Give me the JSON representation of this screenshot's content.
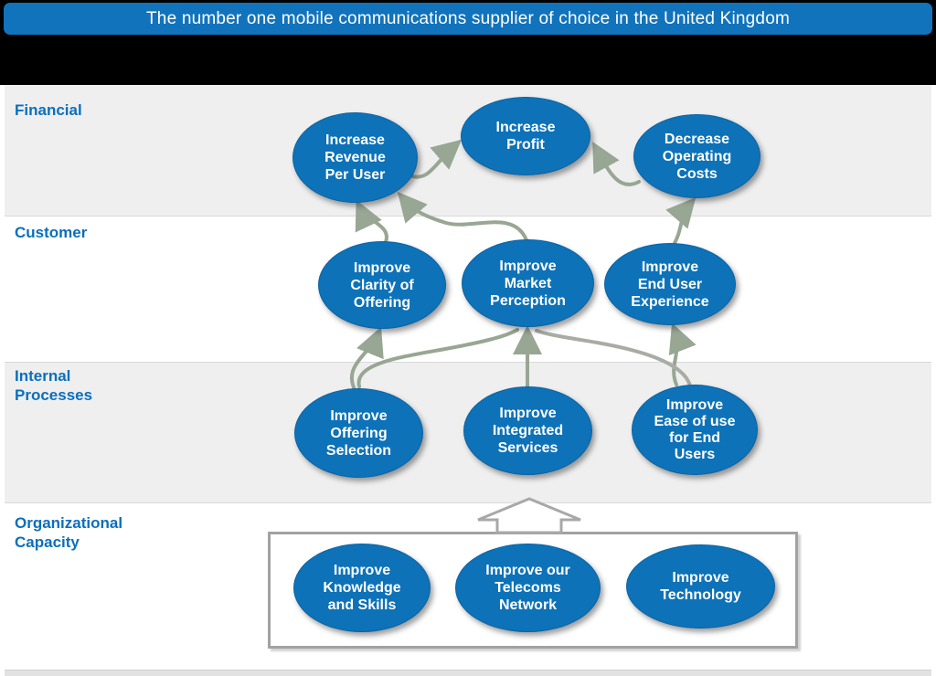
{
  "banner": {
    "text": "The number one mobile communications supplier of choice in the United Kingdom"
  },
  "bands": [
    {
      "id": "financial",
      "label": "Financial"
    },
    {
      "id": "customer",
      "label": "Customer"
    },
    {
      "id": "internal-processes",
      "label": "Internal\nProcesses"
    },
    {
      "id": "organizational-capacity",
      "label": "Organizational\nCapacity"
    }
  ],
  "nodes": {
    "increase_revenue": {
      "label": "Increase\nRevenue\nPer User",
      "band": "Financial"
    },
    "increase_profit": {
      "label": "Increase\nProfit",
      "band": "Financial"
    },
    "decrease_costs": {
      "label": "Decrease\nOperating\nCosts",
      "band": "Financial"
    },
    "improve_clarity": {
      "label": "Improve\nClarity of\nOffering",
      "band": "Customer"
    },
    "improve_market": {
      "label": "Improve\nMarket\nPerception",
      "band": "Customer"
    },
    "improve_enduser": {
      "label": "Improve\nEnd User\nExperience",
      "band": "Customer"
    },
    "improve_offering": {
      "label": "Improve\nOffering\nSelection",
      "band": "Internal Processes"
    },
    "improve_integrated": {
      "label": "Improve\nIntegrated\nServices",
      "band": "Internal Processes"
    },
    "improve_ease": {
      "label": "Improve\nEase of use\nfor End\nUsers",
      "band": "Internal Processes"
    },
    "improve_knowledge": {
      "label": "Improve\nKnowledge\nand Skills",
      "band": "Organizational Capacity"
    },
    "improve_telecoms": {
      "label": "Improve our\nTelecoms\nNetwork",
      "band": "Organizational Capacity"
    },
    "improve_technology": {
      "label": "Improve\nTechnology",
      "band": "Organizational Capacity"
    }
  },
  "edges": [
    {
      "from": "increase_revenue",
      "to": "increase_profit"
    },
    {
      "from": "decrease_costs",
      "to": "increase_profit"
    },
    {
      "from": "improve_clarity",
      "to": "increase_revenue"
    },
    {
      "from": "improve_market",
      "to": "increase_revenue"
    },
    {
      "from": "improve_enduser",
      "to": "decrease_costs"
    },
    {
      "from": "improve_offering",
      "to": "improve_clarity"
    },
    {
      "from": "improve_offering",
      "to": "improve_market"
    },
    {
      "from": "improve_integrated",
      "to": "improve_market"
    },
    {
      "from": "improve_ease",
      "to": "improve_market"
    },
    {
      "from": "improve_ease",
      "to": "improve_enduser"
    },
    {
      "from": "organizational-capacity-group",
      "to": "internal-processes-band"
    }
  ],
  "colors": {
    "banner_bg": "#1173bc",
    "header_bg": "#000000",
    "node_fill": "#0d72b8",
    "band_label_blue": "#0a6fbc",
    "band_gray": "#efefef",
    "arrow_green": "#98a694",
    "arrow_gray": "#a9aca4",
    "group_box_border": "#a2a2a2"
  }
}
